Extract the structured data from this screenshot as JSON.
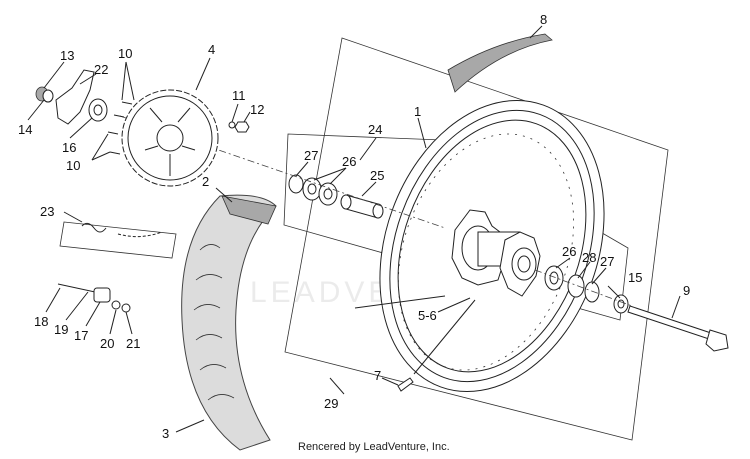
{
  "watermark": "LEADVENTURE",
  "credit": "Rencered by LeadVenture, Inc.",
  "callouts": {
    "c1": "1",
    "c2": "2",
    "c3": "3",
    "c4": "4",
    "c5_6": "5-6",
    "c7": "7",
    "c8": "8",
    "c9": "9",
    "c10a": "10",
    "c10b": "10",
    "c11": "11",
    "c12": "12",
    "c13": "13",
    "c14": "14",
    "c15": "15",
    "c16": "16",
    "c17": "17",
    "c18": "18",
    "c19": "19",
    "c20": "20",
    "c21": "21",
    "c22": "22",
    "c23": "23",
    "c24": "24",
    "c25": "25",
    "c26a": "26",
    "c26b": "26",
    "c27a": "27",
    "c27b": "27",
    "c28": "28",
    "c29": "29"
  }
}
